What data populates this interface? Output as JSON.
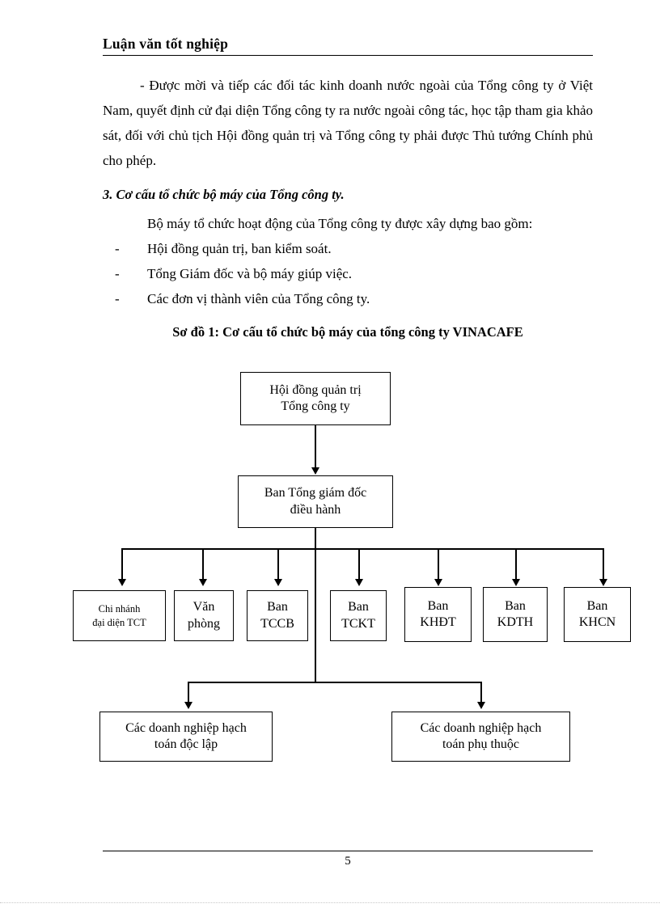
{
  "page": {
    "header_title": "Luận văn tốt nghiệp",
    "footer_page_number": "5"
  },
  "body": {
    "paragraph_1": "- Được mời và tiếp các đối tác kinh doanh nước ngoài của Tổng công ty ở Việt Nam, quyết định cử đại diện Tổng công ty ra nước ngoài công tác, học tập tham gia khảo sát, đối với chủ tịch Hội đồng quản trị và Tổng công ty phải được Thủ tướng Chính phủ cho phép.",
    "heading_3": "3. Cơ cấu tổ chức bộ máy của Tổng công ty.",
    "paragraph_2": "Bộ máy tổ chức hoạt động của Tổng công ty được xây dựng bao gồm:",
    "bullets": [
      {
        "mark": "-",
        "text": "Hội đồng quản trị, ban kiểm soát."
      },
      {
        "mark": "-",
        "text": "Tổng Giám đốc và bộ máy giúp việc."
      },
      {
        "mark": "-",
        "text": "Các đơn vị thành viên của Tổng công ty."
      }
    ]
  },
  "figure": {
    "title": "Sơ đồ 1: Cơ cấu tổ chức bộ máy của tổng công ty VINACAFE",
    "nodes": {
      "board": {
        "line1": "Hội đồng quản trị",
        "line2": "Tổng công ty"
      },
      "executive": {
        "line1": "Ban Tổng giám đốc",
        "line2": "điều hành"
      },
      "departments": [
        {
          "line1": "Chi nhánh",
          "line2": "đại diện TCT"
        },
        {
          "line1": "Văn",
          "line2": "phòng"
        },
        {
          "line1": "Ban",
          "line2": "TCCB"
        },
        {
          "line1": "Ban",
          "line2": "TCKT"
        },
        {
          "line1": "Ban",
          "line2": "KHĐT"
        },
        {
          "line1": "Ban",
          "line2": "KDTH"
        },
        {
          "line1": "Ban",
          "line2": "KHCN"
        }
      ],
      "enterprises": [
        {
          "line1": "Các doanh nghiệp hạch",
          "line2": "toán độc lập"
        },
        {
          "line1": "Các doanh nghiệp hạch",
          "line2": "toán phụ thuộc"
        }
      ]
    }
  }
}
